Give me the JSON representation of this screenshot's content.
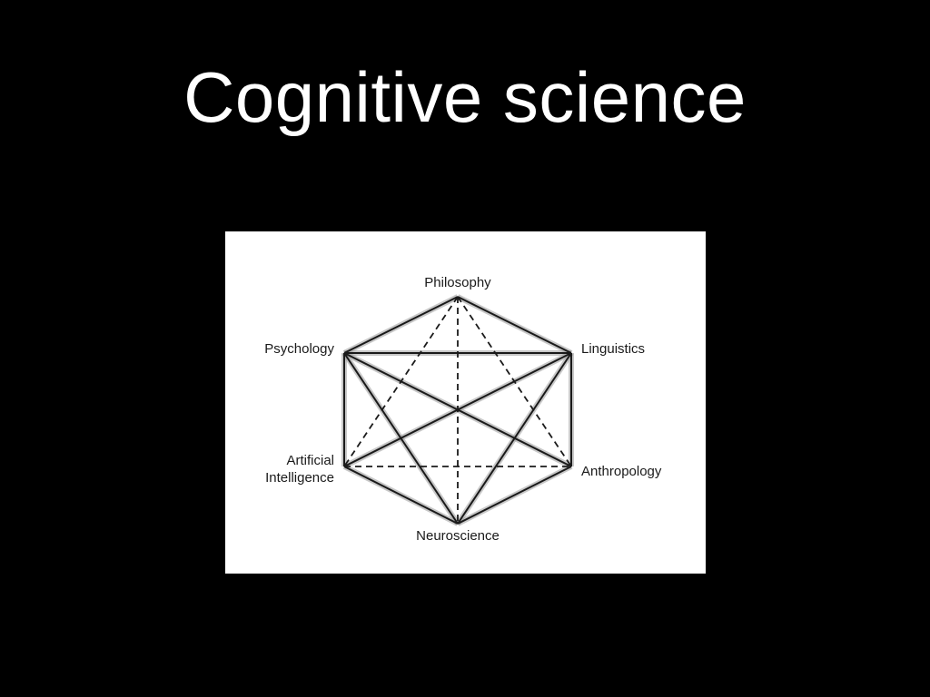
{
  "slide": {
    "title": "Cognitive science"
  },
  "diagram": {
    "nodes": {
      "philosophy": "Philosophy",
      "psychology": "Psychology",
      "linguistics": "Linguistics",
      "artificial_intelligence_line1": "Artificial",
      "artificial_intelligence_line2": "Intelligence",
      "anthropology": "Anthropology",
      "neuroscience": "Neuroscience"
    },
    "edges": [
      {
        "from": "philosophy",
        "to": "psychology",
        "style": "solid"
      },
      {
        "from": "philosophy",
        "to": "linguistics",
        "style": "solid"
      },
      {
        "from": "psychology",
        "to": "linguistics",
        "style": "solid"
      },
      {
        "from": "psychology",
        "to": "artificial_intelligence",
        "style": "solid"
      },
      {
        "from": "linguistics",
        "to": "anthropology",
        "style": "solid"
      },
      {
        "from": "artificial_intelligence",
        "to": "neuroscience",
        "style": "solid"
      },
      {
        "from": "anthropology",
        "to": "neuroscience",
        "style": "solid"
      },
      {
        "from": "psychology",
        "to": "neuroscience",
        "style": "solid"
      },
      {
        "from": "linguistics",
        "to": "neuroscience",
        "style": "solid"
      },
      {
        "from": "psychology",
        "to": "anthropology",
        "style": "solid"
      },
      {
        "from": "linguistics",
        "to": "artificial_intelligence",
        "style": "solid"
      },
      {
        "from": "philosophy",
        "to": "artificial_intelligence",
        "style": "dashed"
      },
      {
        "from": "philosophy",
        "to": "anthropology",
        "style": "dashed"
      },
      {
        "from": "philosophy",
        "to": "neuroscience",
        "style": "dashed"
      },
      {
        "from": "artificial_intelligence",
        "to": "anthropology",
        "style": "dashed"
      }
    ]
  }
}
